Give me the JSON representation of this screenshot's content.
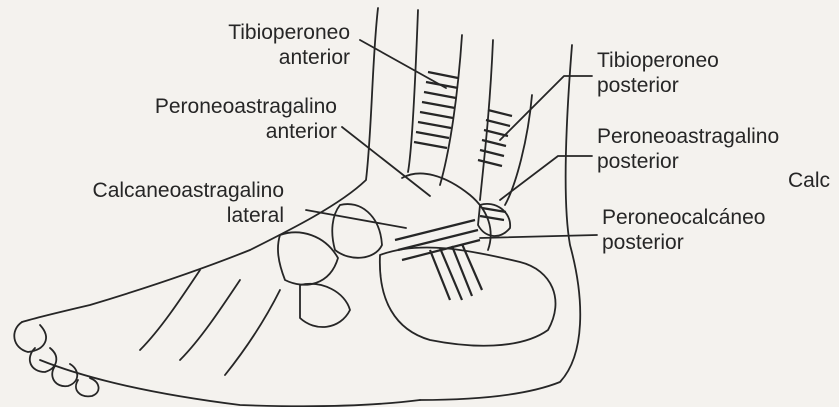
{
  "labels": {
    "tib_ant": [
      "Tibioperoneo",
      "anterior"
    ],
    "per_ast_ant": [
      "Peroneoastragalino",
      "anterior"
    ],
    "calc_ast_lat": [
      "Calcaneoastragalino",
      "lateral"
    ],
    "tib_post": [
      "Tibioperoneo",
      "posterior"
    ],
    "per_ast_post": [
      "Peroneoastragalino",
      "posterior"
    ],
    "calc_cut": "Calc",
    "per_calc_post": [
      "Peroneocalcáneo",
      "posterior"
    ]
  },
  "colors": {
    "ink": "#262626",
    "paper": "#f4f2ee"
  }
}
